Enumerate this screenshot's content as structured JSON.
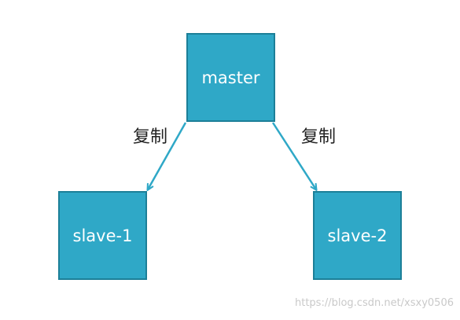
{
  "diagram": {
    "nodes": {
      "master": "master",
      "slave1": "slave-1",
      "slave2": "slave-2"
    },
    "edges": [
      {
        "from": "master",
        "to": "slave-1",
        "label": "复制"
      },
      {
        "from": "master",
        "to": "slave-2",
        "label": "复制"
      }
    ]
  },
  "watermark": "https://blog.csdn.net/xsxy0506",
  "colors": {
    "node_fill": "#2fa8c7",
    "node_border": "#1c7f98",
    "node_text": "#ffffff",
    "arrow": "#2fa8c7",
    "label_text": "#222222"
  }
}
